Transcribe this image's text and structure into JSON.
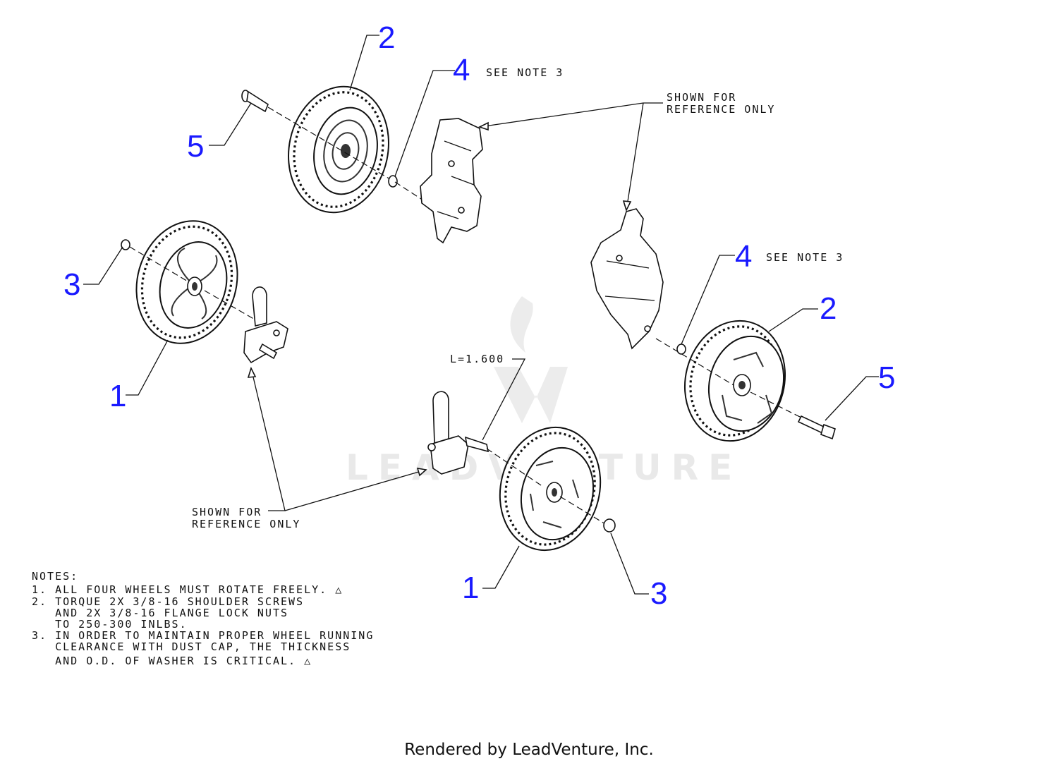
{
  "callouts": {
    "c1a": "1",
    "c1b": "1",
    "c2a": "2",
    "c2b": "2",
    "c3a": "3",
    "c3b": "3",
    "c4a": "4",
    "c4b": "4",
    "c5a": "5",
    "c5b": "5"
  },
  "labels": {
    "see_note_a": "SEE NOTE 3",
    "see_note_b": "SEE NOTE 3",
    "shown_for_a_1": "SHOWN FOR",
    "shown_for_a_2": "REFERENCE ONLY",
    "shown_for_b_1": "SHOWN FOR",
    "shown_for_b_2": "REFERENCE ONLY",
    "length": "L=1.600"
  },
  "notes": {
    "heading": "NOTES:",
    "lines": [
      "1. ALL FOUR WHEELS MUST ROTATE FREELY. △",
      "2. TORQUE 2X 3/8-16 SHOULDER SCREWS",
      "   AND 2X 3/8-16 FLANGE LOCK NUTS",
      "   TO 250-300 INLBS.",
      "3. IN ORDER TO MAINTAIN PROPER WHEEL RUNNING",
      "   CLEARANCE WITH DUST CAP, THE THICKNESS",
      "   AND O.D. OF WASHER IS CRITICAL. △"
    ]
  },
  "watermark": "LEADVENTURE",
  "footer": "Rendered by LeadVenture, Inc.",
  "colors": {
    "callout": "#1a1aff",
    "line": "#111111",
    "watermark": "#e9e9e9"
  }
}
